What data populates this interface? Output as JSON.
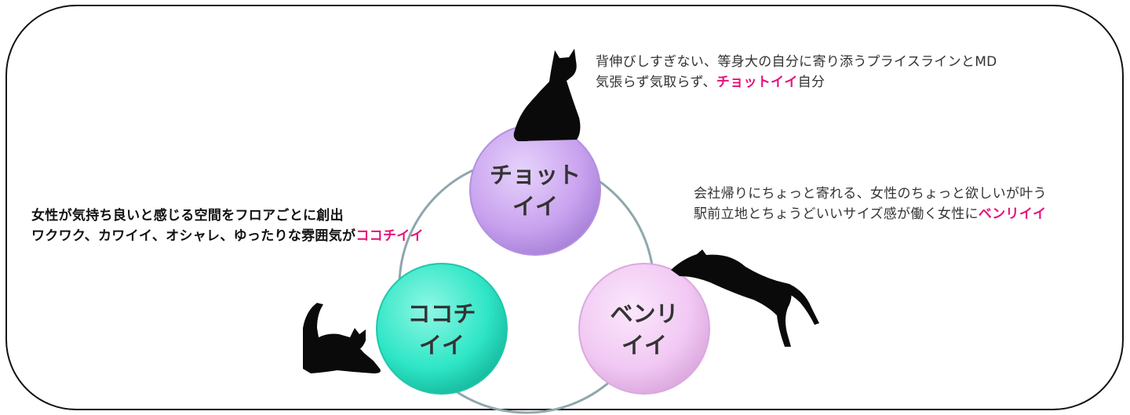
{
  "nodes": {
    "top": {
      "line1": "チョット",
      "line2": "イイ",
      "color": "#c9a2ef"
    },
    "left": {
      "line1": "ココチ",
      "line2": "イイ",
      "color": "#2ee6c6"
    },
    "right": {
      "line1": "ベンリ",
      "line2": "イイ",
      "color": "#f1c8f3"
    }
  },
  "captions": {
    "top": {
      "line1": "背伸びしすぎない、等身大の自分に寄り添うプライスラインとMD",
      "line2_prefix": "気張らず気取らず、",
      "line2_highlight": "チョットイイ",
      "line2_suffix": "自分"
    },
    "right": {
      "line1": "会社帰りにちょっと寄れる、女性のちょっと欲しいが叶う",
      "line2_prefix": "駅前立地とちょうどいいサイズ感が働く女性に",
      "line2_highlight": "ベンリイイ"
    },
    "left": {
      "line1": "女性が気持ち良いと感じる空間をフロアごとに創出",
      "line2_prefix": "ワクワク、カワイイ、オシャレ、ゆったりな雰囲気が",
      "line2_highlight": "ココチイイ"
    }
  },
  "colors": {
    "highlight": "#e6117b",
    "ring": "#8fa7ac",
    "frame": "#111111",
    "cat": "#0a0a0a"
  }
}
